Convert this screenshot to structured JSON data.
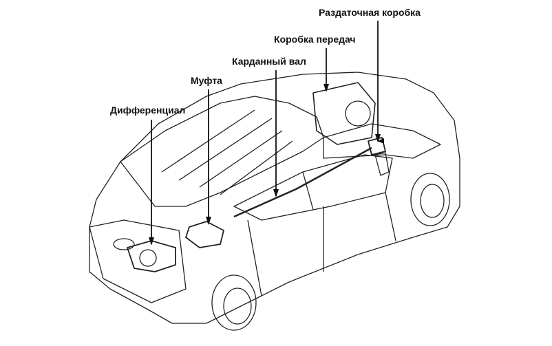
{
  "labels": {
    "transfer_case": "Раздаточная коробка",
    "transmission": "Коробка передач",
    "driveshaft": "Карданный вал",
    "coupling": "Муфта",
    "differential": "Дифференциал"
  }
}
